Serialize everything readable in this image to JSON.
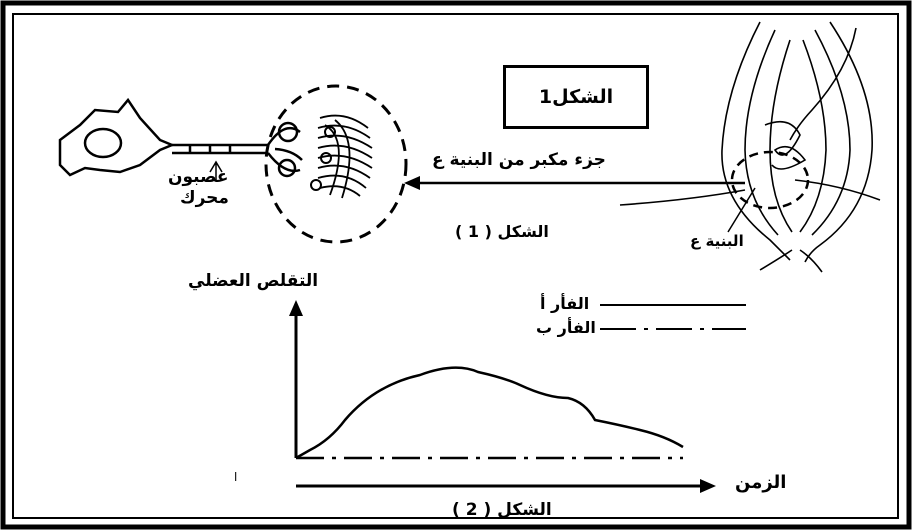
{
  "figure1": {
    "box_label": "الشكل1",
    "caption": "الشكل ( 1 )",
    "arrow_label": "جزء مكبر من البنية ع",
    "neuron_label_line1": "عصبون",
    "neuron_label_line2": "محرك",
    "structure_label": "البنية ع"
  },
  "figure2": {
    "y_axis_label": "التقلص العضلي",
    "x_axis_label": "الزمن",
    "caption": "الشكل ( 2 )",
    "origin_mark": "ا",
    "legend": [
      {
        "label": "الفأر أ",
        "style": "solid"
      },
      {
        "label": "الفأر ب",
        "style": "dash-dot"
      }
    ]
  }
}
